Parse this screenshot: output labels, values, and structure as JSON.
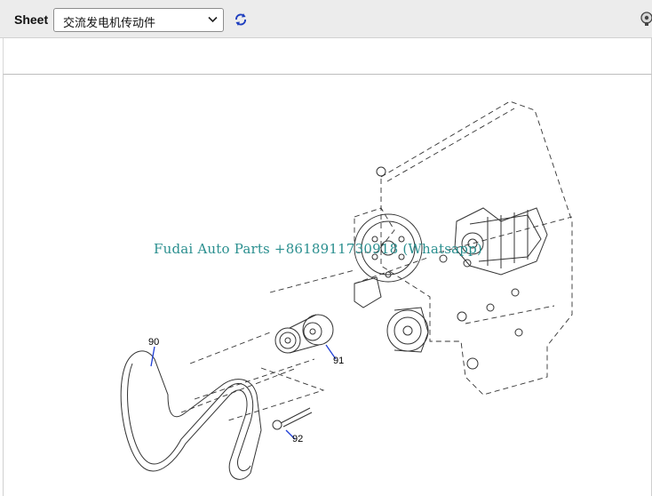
{
  "toolbar": {
    "sheet_label": "Sheet",
    "sheet_selected": "交流发电机传动件",
    "refresh_icon": "refresh-icon",
    "corner_icon": "settings-icon"
  },
  "diagram": {
    "callouts": [
      {
        "id": "90",
        "label": "90"
      },
      {
        "id": "91",
        "label": "91"
      },
      {
        "id": "92",
        "label": "92"
      }
    ],
    "watermark": "Fudai Auto Parts +8618911730918 (Whatsapp)",
    "colors": {
      "callout_line": "#1f3fd6",
      "drawing": "#333333",
      "watermark": "#2a8f8f"
    }
  }
}
